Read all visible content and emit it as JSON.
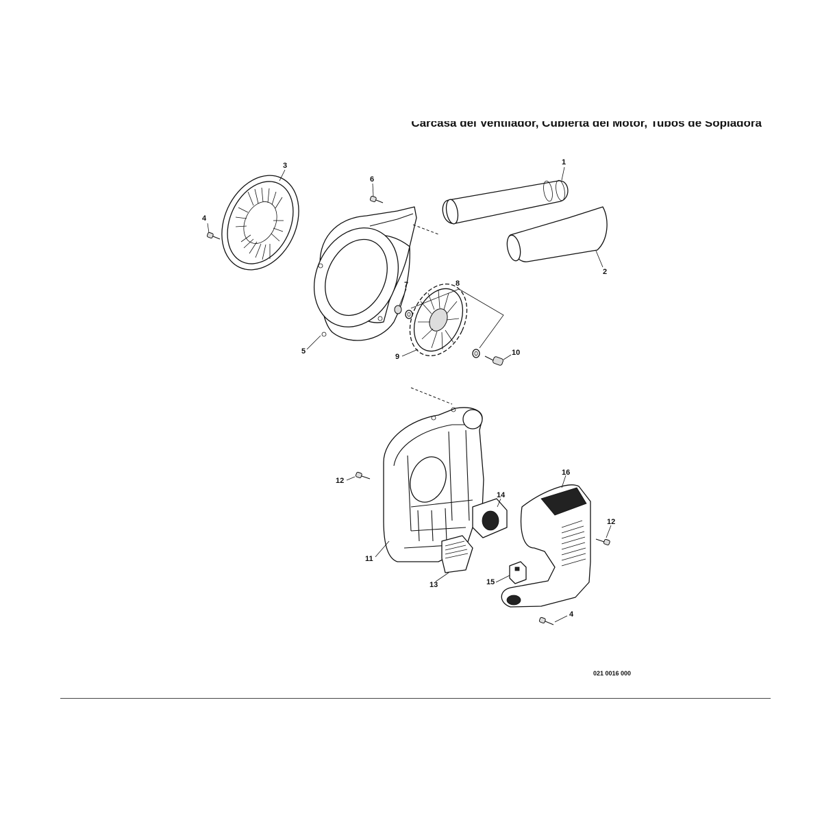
{
  "title": "Carcasa del Ventilador, Cubierta del Motor, Tubos de Sopladora",
  "drawing_code": "021 0016 000",
  "callouts": {
    "c1": "1",
    "c2": "2",
    "c3": "3",
    "c4a": "4",
    "c5": "5",
    "c6": "6",
    "c7": "7",
    "c8": "8",
    "c9": "9",
    "c10": "10",
    "c11": "11",
    "c12a": "12",
    "c12b": "12",
    "c13": "13",
    "c14": "14",
    "c15": "15",
    "c16": "16",
    "c4b": "4"
  },
  "parts": [
    {
      "id": "blower-tube",
      "label": "1"
    },
    {
      "id": "nozzle-tube",
      "label": "2"
    },
    {
      "id": "intake-grille",
      "label": "3"
    },
    {
      "id": "screw",
      "label": "4"
    },
    {
      "id": "fan-housing",
      "label": "5"
    },
    {
      "id": "screw",
      "label": "6"
    },
    {
      "id": "nut",
      "label": "7"
    },
    {
      "id": "fan-kit",
      "label": "8"
    },
    {
      "id": "fan-wheel",
      "label": "9"
    },
    {
      "id": "bolt",
      "label": "10"
    },
    {
      "id": "rear-housing",
      "label": "11"
    },
    {
      "id": "screw",
      "label": "12"
    },
    {
      "id": "filter-element",
      "label": "13"
    },
    {
      "id": "seal-block",
      "label": "14"
    },
    {
      "id": "spacer-block",
      "label": "15"
    },
    {
      "id": "engine-cover",
      "label": "16"
    }
  ]
}
